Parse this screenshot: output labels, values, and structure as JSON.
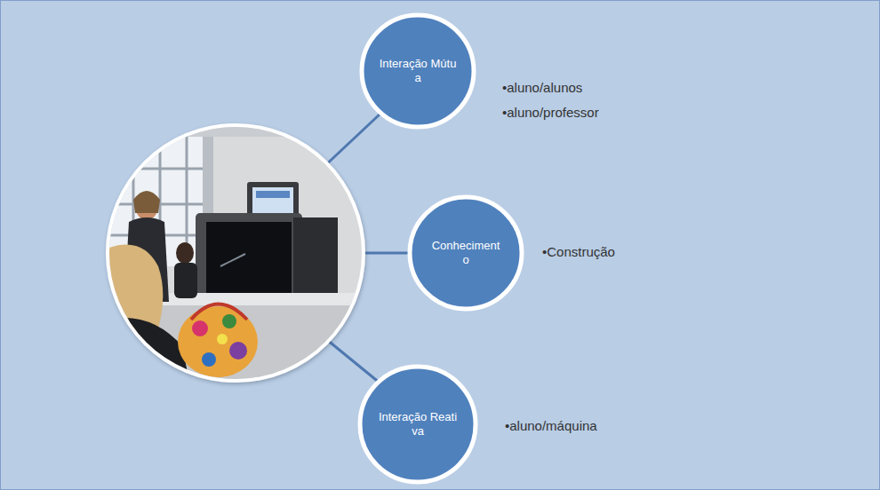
{
  "diagram": {
    "nodes": [
      {
        "text": [
          "Interação Mútua"
        ]
      },
      {
        "text": [
          "Conhecimento"
        ]
      },
      {
        "text": [
          "Interação Reativa"
        ]
      }
    ],
    "labels": [
      "•aluno/alunos",
      "•aluno/professor",
      "•Construção",
      "•aluno/máquina"
    ]
  }
}
